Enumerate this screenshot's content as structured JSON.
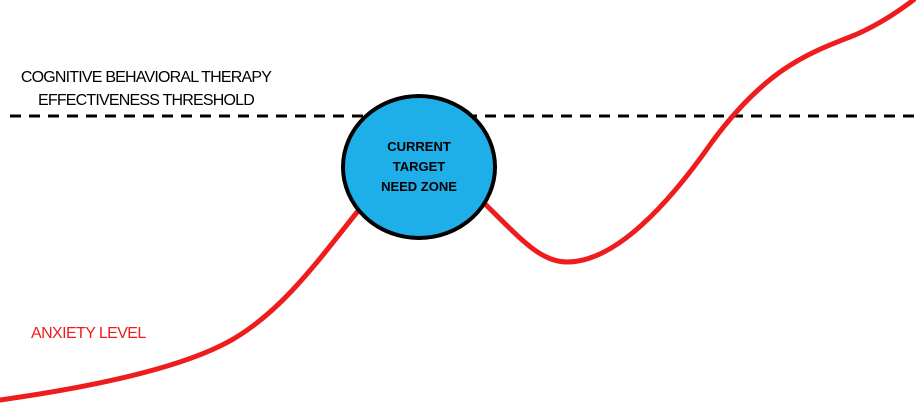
{
  "threshold": {
    "line1": "COGNITIVE BEHAVIORAL THERAPY",
    "line2": "EFFECTIVENESS THRESHOLD"
  },
  "series": {
    "label": "ANXIETY LEVEL",
    "color": "#ee1c1c"
  },
  "zone": {
    "line1": "CURRENT",
    "line2": "TARGET",
    "line3": "NEED ZONE",
    "fill": "#1eaee8",
    "stroke": "#000000"
  },
  "threshold_line_color": "#000000"
}
